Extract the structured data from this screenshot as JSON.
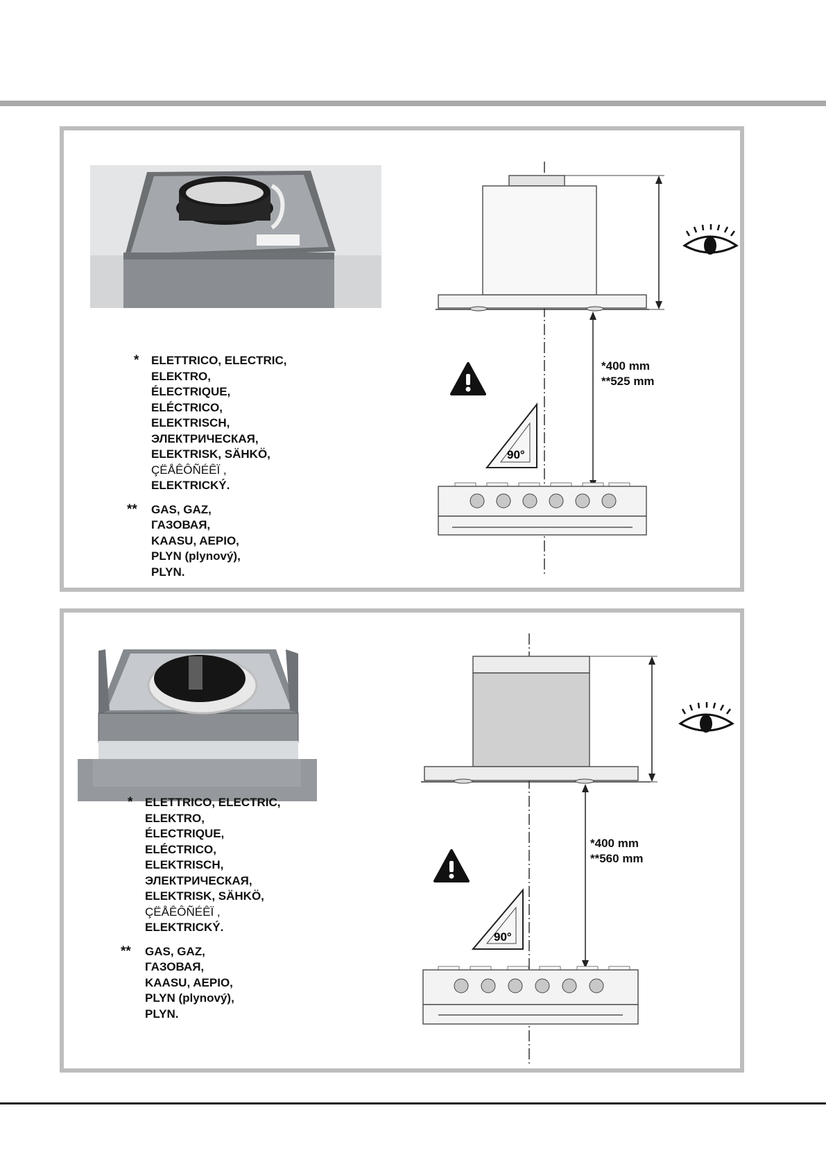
{
  "panels": [
    {
      "primary_label": {
        "marker": "*",
        "lines": [
          "ELETTRICO, ELECTRIC,",
          "ELEKTRO,",
          "ÉLECTRIQUE,",
          "ELÉCTRICO,",
          "ELEKTRISCH,",
          "ЭЛЕКТРИЧЕСКАЯ,",
          "ELEKTRISK, SÄHKÖ,",
          "ÇËÅÊÔÑÉÊÏ     ,",
          "ELEKTRICKÝ."
        ]
      },
      "secondary_label": {
        "marker": "**",
        "lines": [
          "GAS, GAZ,",
          "ГАЗОВАЯ,",
          "KAASU, AEPIO,",
          "PLYN (plynový),",
          "PLYN."
        ]
      },
      "distances": [
        "*400 mm",
        "**525 mm"
      ],
      "angle": "90°"
    },
    {
      "primary_label": {
        "marker": "*",
        "lines": [
          "ELETTRICO, ELECTRIC,",
          "ELEKTRO,",
          "ÉLECTRIQUE,",
          "ELÉCTRICO,",
          "ELEKTRISCH,",
          "ЭЛЕКТРИЧЕСКАЯ,",
          "ELEKTRISK, SÄHKÖ,",
          "ÇËÅÊÔÑÉÊÏ     ,",
          "ELEKTRICKÝ."
        ]
      },
      "secondary_label": {
        "marker": "**",
        "lines": [
          "GAS, GAZ,",
          "ГАЗОВАЯ,",
          "KAASU, AEPIO,",
          "PLYN (plynový),",
          "PLYN."
        ]
      },
      "distances": [
        "*400 mm",
        "**560 mm"
      ],
      "angle": "90°"
    }
  ],
  "icons": {
    "warning": "warning-triangle-icon",
    "eye": "eye-icon",
    "set_square": "set-square-icon"
  },
  "colors": {
    "frame": "#bdbdbd",
    "rule_top": "#a9a9a9",
    "rule_bottom": "#1b1b1b",
    "hob_knob": "#c8c8c8"
  }
}
